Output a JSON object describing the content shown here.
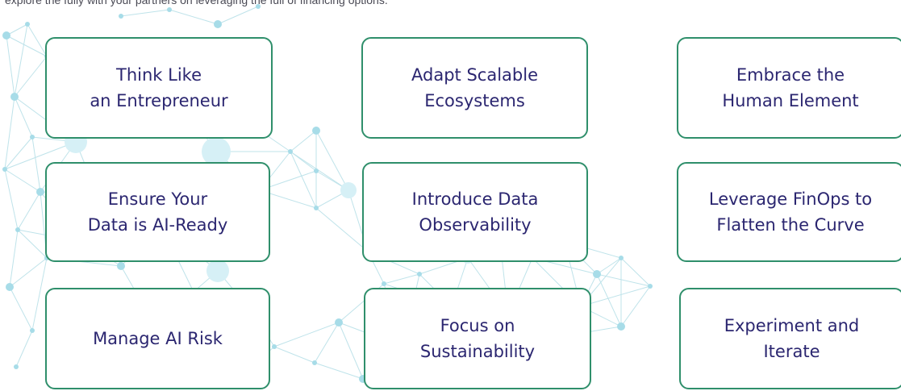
{
  "header": {
    "partial_text": "explore the fully with your partners on leveraging the full of financing options."
  },
  "colors": {
    "card_border": "#2f8f6b",
    "card_text": "#2b2670",
    "network_lines": "#bfe3ea",
    "network_nodes": "#a7dce8"
  },
  "cards": [
    {
      "id": "think-like-entrepreneur",
      "line1": "Think Like",
      "line2": "an Entrepreneur"
    },
    {
      "id": "adapt-scalable-ecosystems",
      "line1": "Adapt Scalable",
      "line2": "Ecosystems"
    },
    {
      "id": "embrace-human-element",
      "line1": "Embrace the",
      "line2": "Human Element"
    },
    {
      "id": "ensure-data-ai-ready",
      "line1": "Ensure Your",
      "line2": "Data is AI-Ready"
    },
    {
      "id": "introduce-data-observability",
      "line1": "Introduce Data",
      "line2": "Observability"
    },
    {
      "id": "leverage-finops",
      "line1": "Leverage FinOps to",
      "line2": "Flatten the Curve"
    },
    {
      "id": "manage-ai-risk",
      "line1": "Manage AI Risk",
      "line2": ""
    },
    {
      "id": "focus-sustainability",
      "line1": "Focus on",
      "line2": "Sustainability"
    },
    {
      "id": "experiment-iterate",
      "line1": "Experiment and",
      "line2": "Iterate"
    }
  ]
}
